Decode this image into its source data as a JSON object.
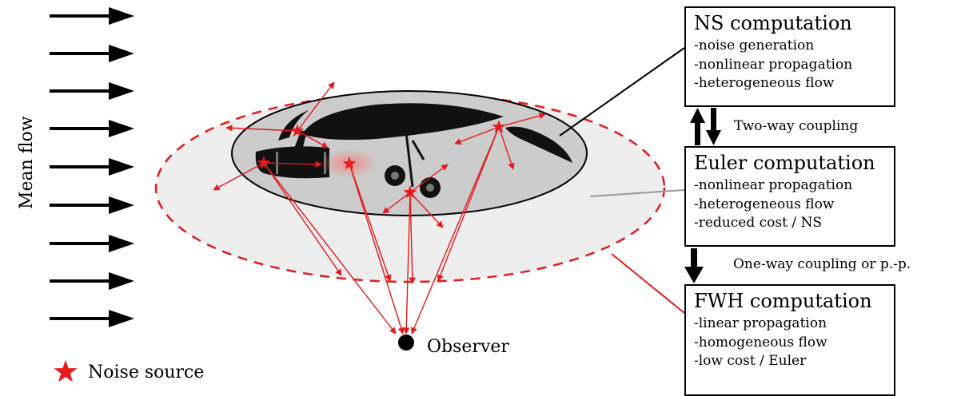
{
  "mean_flow": {
    "label": "Mean flow"
  },
  "observer": {
    "label": "Observer"
  },
  "legend": {
    "noise_source_label": "Noise source"
  },
  "boxes": {
    "ns": {
      "title": "NS computation",
      "lines": [
        "-noise generation",
        "-nonlinear propagation",
        "-heterogeneous flow"
      ]
    },
    "euler": {
      "title": "Euler computation",
      "lines": [
        "-nonlinear propagation",
        "-heterogeneous flow",
        "-reduced cost / NS"
      ]
    },
    "fwh": {
      "title": "FWH computation",
      "lines": [
        "-linear propagation",
        "-homogeneous flow",
        "-low cost / Euler"
      ]
    }
  },
  "couplings": {
    "two_way": "Two-way coupling",
    "one_way": "One-way coupling or p.-p."
  },
  "colors": {
    "noise_red": "#e41a1c",
    "inner_domain_fill": "#cccccc",
    "outer_domain_fill": "#eeeeee",
    "aircraft": "#111111"
  }
}
